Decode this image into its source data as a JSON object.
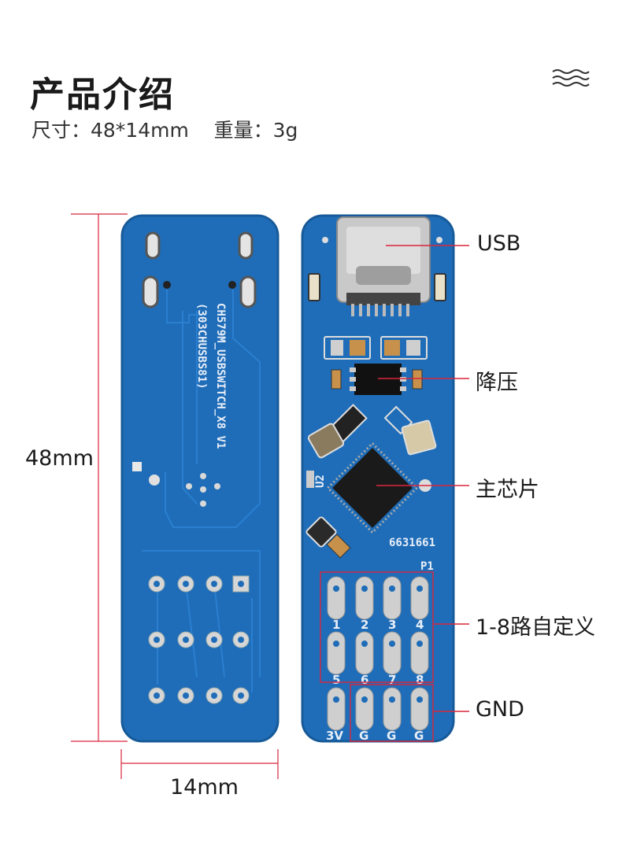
{
  "header": {
    "title": "产品介绍",
    "subtitle": "尺寸：48*14mm    重量：3g"
  },
  "dimensions": {
    "height_label": "48mm",
    "width_label": "14mm"
  },
  "callouts": {
    "usb": "USB",
    "step_down": "降压",
    "main_chip": "主芯片",
    "custom_io": "1-8路自定义",
    "gnd": "GND"
  },
  "board_back": {
    "silkscreen_line1": "CH579M_USBSWITCH_X8 V1",
    "silkscreen_line2": "(303CHUSBS81)"
  },
  "board_front": {
    "u2_label": "U2",
    "code_label": "6631661",
    "header_label": "P1",
    "pin_top": [
      "1",
      "2",
      "3",
      "4"
    ],
    "pin_mid": [
      "5",
      "6",
      "7",
      "8"
    ],
    "pin_bottom": [
      "3V",
      "G",
      "G",
      "G"
    ]
  },
  "colors": {
    "pcb_blue": "#1f6db8",
    "callout_red": "#d9263c",
    "silkscreen": "#e8eef8"
  }
}
